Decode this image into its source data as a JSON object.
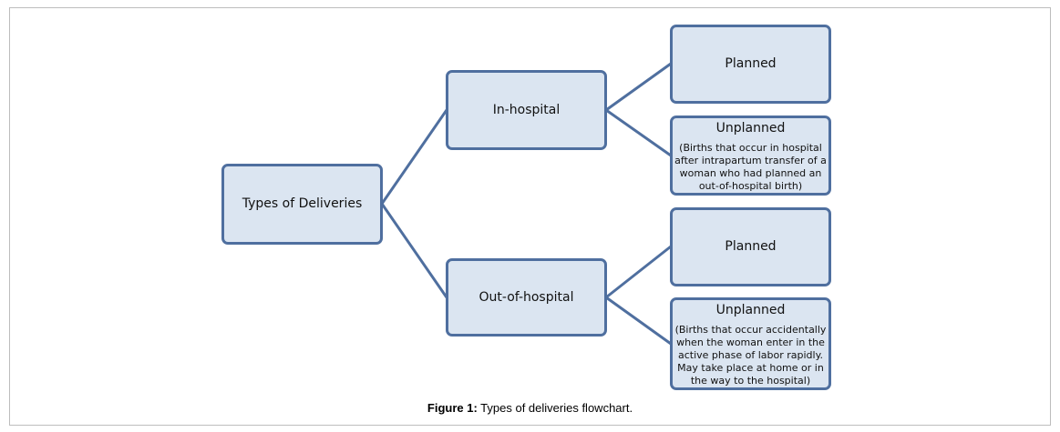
{
  "diagram": {
    "root": {
      "label": "Types of Deliveries"
    },
    "in_hospital": {
      "label": "In-hospital",
      "planned": {
        "label": "Planned"
      },
      "unplanned": {
        "label": "Unplanned",
        "detail": "(Births that occur in hospital\nafter intrapartum transfer of a\nwoman who had planned an\nout-of-hospital birth)"
      }
    },
    "out_of_hospital": {
      "label": "Out-of-hospital",
      "planned": {
        "label": "Planned"
      },
      "unplanned": {
        "label": "Unplanned",
        "detail": "(Births that occur accidentally\nwhen the woman enter in the\nactive phase of labor rapidly.\nMay take place at home or in\nthe way to the hospital)"
      }
    }
  },
  "caption": {
    "prefix": "Figure 1:",
    "text": " Types of deliveries flowchart."
  },
  "colors": {
    "node_fill": "#dbe5f1",
    "node_border": "#4f6f9f",
    "connector": "#4f6f9f"
  }
}
